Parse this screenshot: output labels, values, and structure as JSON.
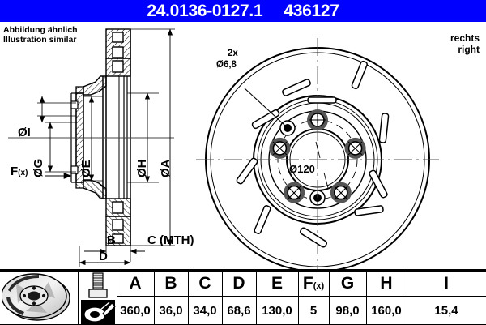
{
  "header": {
    "part_number": "24.0136-0127.1",
    "reference_number": "436127",
    "background_color": "#0000ff",
    "text_color": "#ffffff"
  },
  "notes": {
    "illustration_de": "Abbildung ähnlich",
    "illustration_en": "Illustration similar",
    "side_de": "rechts",
    "side_en": "right"
  },
  "section_view": {
    "labels": {
      "dia_i": "ØI",
      "dia_g": "ØG",
      "dia_e": "ØE",
      "dia_h": "ØH",
      "dia_a": "ØA",
      "fx": "F",
      "fx_sub": "(x)",
      "b": "B",
      "c": "C (MTH)",
      "d": "D"
    }
  },
  "front_view": {
    "hole_note_count": "2x",
    "hole_note_dia": "Ø6,8",
    "pitch_circle": "Ø120",
    "bolt_hole_count": 5,
    "small_hole_count": 2,
    "slot_count": 10
  },
  "table": {
    "columns": [
      "A",
      "B",
      "C",
      "D",
      "E",
      "F",
      "G",
      "H",
      "I"
    ],
    "f_label_main": "F",
    "f_label_sub": "(x)",
    "values": [
      "360,0",
      "36,0",
      "34,0",
      "68,6",
      "130,0",
      "5",
      "98,0",
      "160,0",
      "15,4"
    ],
    "icons": [
      "brake-disc-photo-icon",
      "bolt-icon",
      "machining-tool-icon"
    ]
  }
}
